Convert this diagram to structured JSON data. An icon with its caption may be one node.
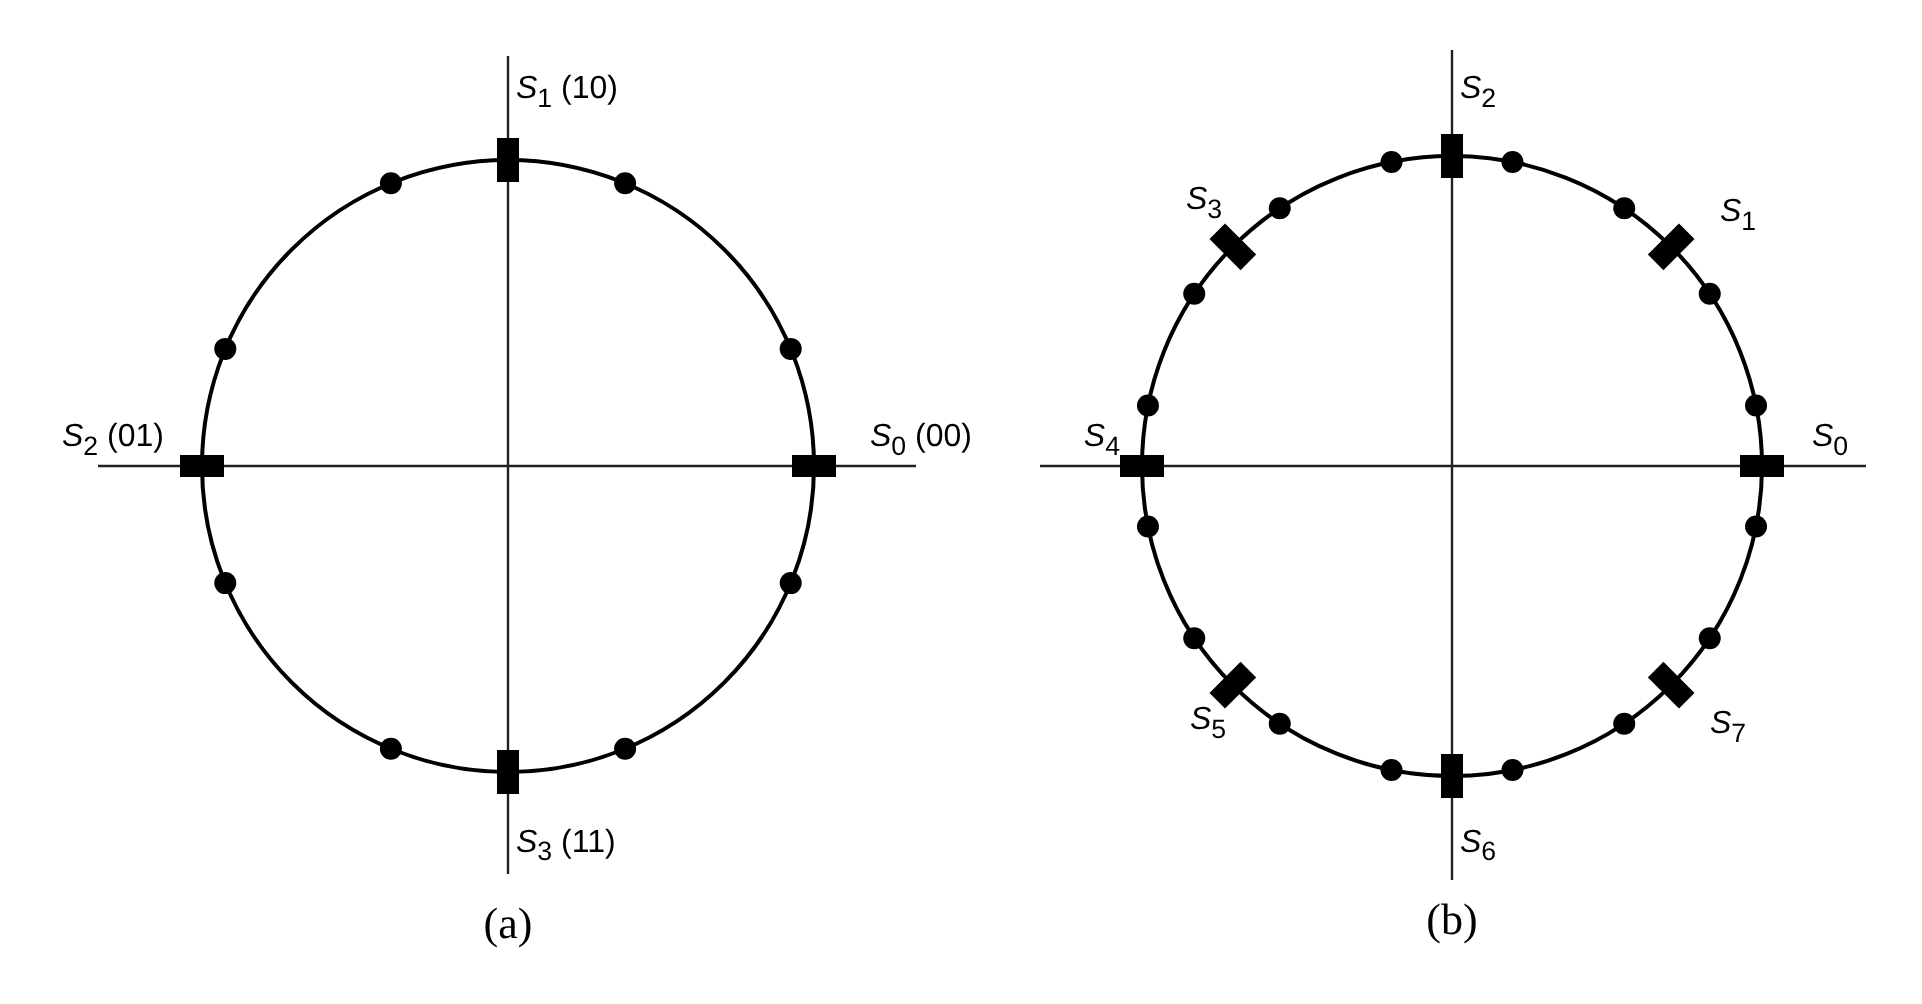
{
  "diagram": {
    "labels": [
      "*S*$_{1}$ (10)",
      "*S*$_{2}$ (01)",
      "*S*$_{0}$ (00)",
      "*S*$_{3}$ (11)",
      "(a)",
      "*S*$_{2}$",
      "*S*$_{3}$",
      "*S*$_{1}$",
      "*S*$_{4}$",
      "*S*$_{0}$",
      "*S*$_{5}$",
      "*S*$_{7}$",
      "*S*$_{6}$",
      "(b)"
    ]
  }
}
